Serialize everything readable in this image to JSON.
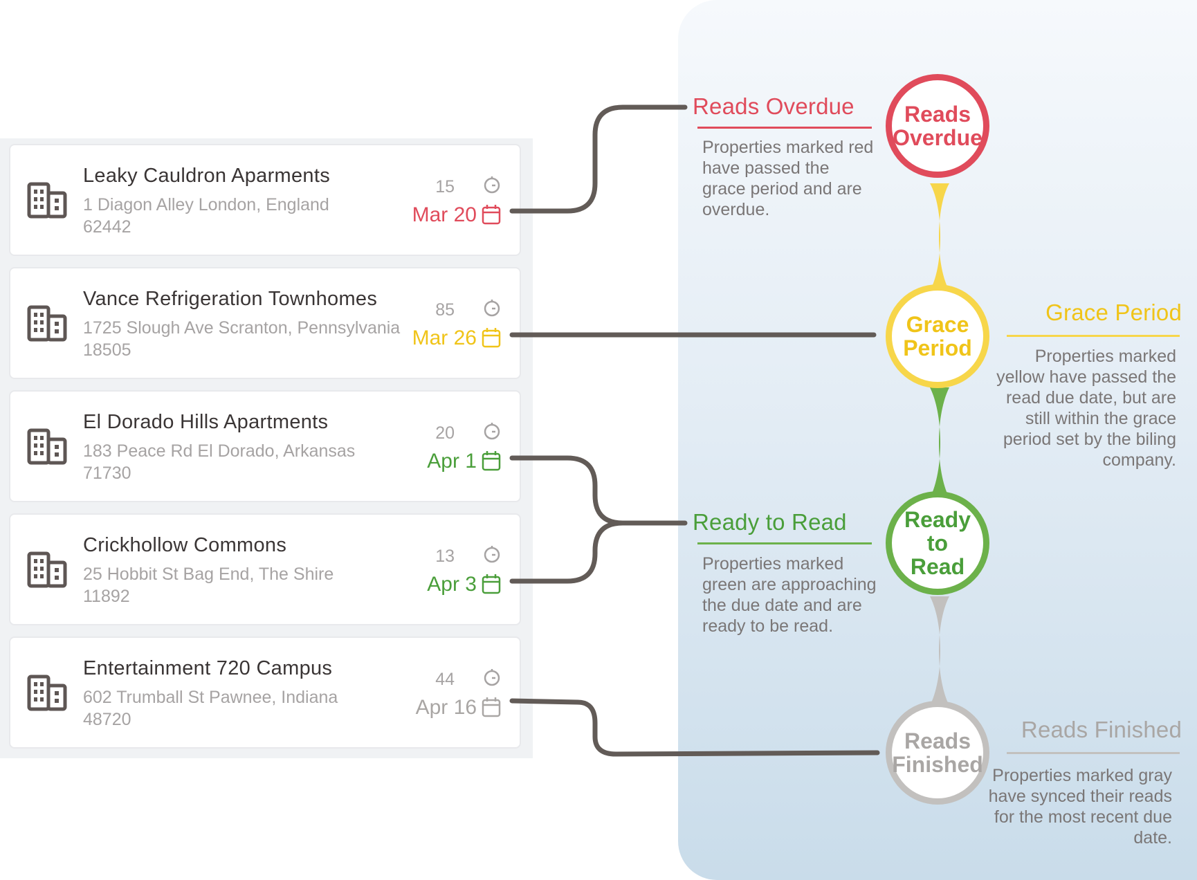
{
  "colors": {
    "overdue": "#e04b5b",
    "grace": "#f0c419",
    "grace_fill": "#f7d64a",
    "ready": "#4a9e3a",
    "ready_fill": "#6cb14a",
    "finished": "#a9a6a4",
    "finished_fill": "#c2c0be",
    "connector": "#625b57",
    "text_dark": "#3a3535",
    "text_muted": "#a6a3a3",
    "icon": "#5e5654"
  },
  "icons": {
    "building": "building-icon",
    "clock": "clock-icon",
    "calendar": "calendar-icon"
  },
  "properties": [
    {
      "name": "Leaky Cauldron Aparments",
      "address": "1 Diagon Alley London, England",
      "zip": "62442",
      "count": "15",
      "date": "Mar 20",
      "status": "overdue"
    },
    {
      "name": "Vance Refrigeration Townhomes",
      "address": "1725 Slough Ave Scranton, Pennsylvania",
      "zip": "18505",
      "count": "85",
      "date": "Mar 26",
      "status": "grace"
    },
    {
      "name": "El Dorado Hills Apartments",
      "address": "183 Peace Rd El Dorado, Arkansas",
      "zip": "71730",
      "count": "20",
      "date": "Apr 1",
      "status": "ready"
    },
    {
      "name": "Crickhollow Commons",
      "address": "25 Hobbit St Bag End, The Shire",
      "zip": "11892",
      "count": "13",
      "date": "Apr 3",
      "status": "ready"
    },
    {
      "name": "Entertainment 720 Campus",
      "address": "602 Trumball St Pawnee, Indiana",
      "zip": "48720",
      "count": "44",
      "date": "Apr 16",
      "status": "finished"
    }
  ],
  "legend": {
    "overdue": {
      "bubble": [
        "Reads",
        "Overdue"
      ],
      "title": "Reads Overdue",
      "description": "Properties marked red have passed the grace period and are overdue."
    },
    "grace": {
      "bubble": [
        "Grace",
        "Period"
      ],
      "title": "Grace Period",
      "description": "Properties marked yellow have passed the read due date, but are still within the grace period set by the biling company."
    },
    "ready": {
      "bubble": [
        "Ready",
        "to",
        "Read"
      ],
      "title": "Ready to Read",
      "description": "Properties marked green are approaching the due date and are ready to be read."
    },
    "finished": {
      "bubble": [
        "Reads",
        "Finished"
      ],
      "title": "Reads Finished",
      "description": "Properties marked gray have synced their reads for the most recent due date."
    }
  }
}
